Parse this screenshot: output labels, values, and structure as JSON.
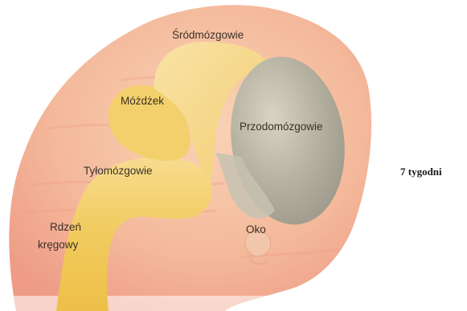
{
  "labels": {
    "srodmozgowie": "Śródmózgowie",
    "mozdzek": "Móżdżek",
    "przodomozgowie": "Przodomózgowie",
    "tylomozgowie": "Tyłomózgowie",
    "rdzen_line1": "Rdzeń",
    "rdzen_line2": "kręgowy",
    "oko": "Oko"
  },
  "age": "7 tygodni",
  "colors": {
    "skin": "#f6c0a0",
    "skin_dark": "#ef9f84",
    "brain_yellow": "#f0cc5a",
    "brain_light": "#f8dd92",
    "forebrain": "#b9b5a6",
    "text": "#3a3128"
  }
}
